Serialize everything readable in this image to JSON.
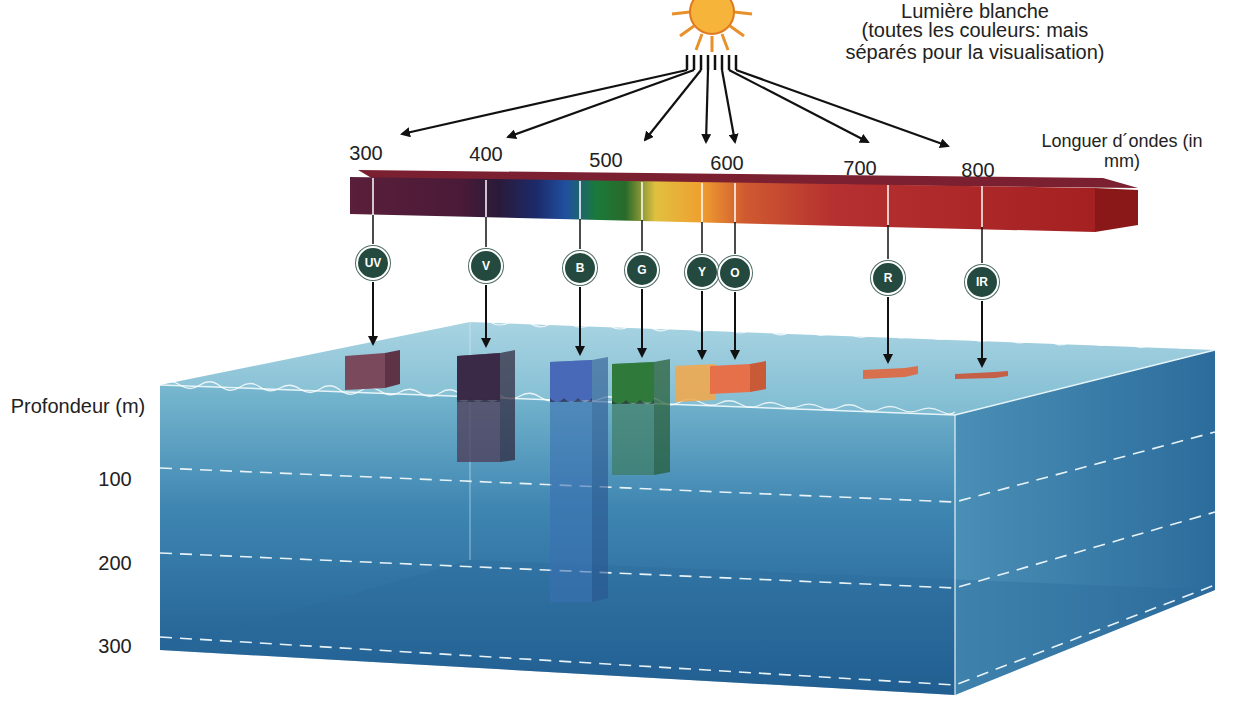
{
  "diagram": {
    "nodes": [
      {
        "text": [
          "UV"
        ]
      },
      {
        "text": [
          "V"
        ]
      },
      {
        "text": [
          "B"
        ]
      },
      {
        "text": [
          "G"
        ]
      },
      {
        "text": [
          "Y"
        ]
      },
      {
        "text": [
          "O"
        ]
      },
      {
        "text": [
          "R"
        ]
      },
      {
        "text": [
          "IR"
        ]
      }
    ],
    "labels": [
      "Lumière blanche",
      "(toutes les couleurs: mais séparés pour la visualisation)",
      "300",
      "400",
      "500",
      "600",
      "700",
      "800",
      "Longuer d´ondes (in mm)",
      "Profondeur (m)",
      "100",
      "200",
      "300"
    ]
  }
}
